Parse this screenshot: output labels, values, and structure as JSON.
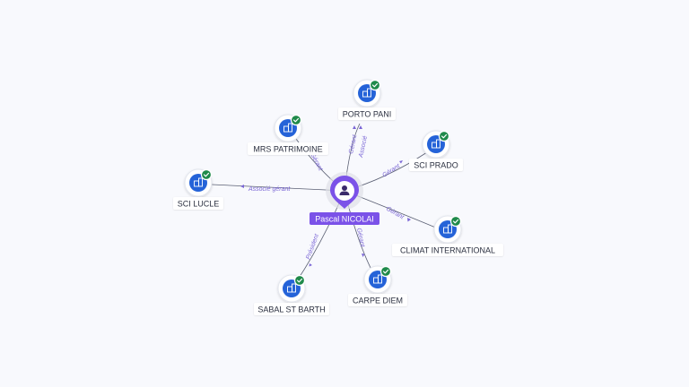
{
  "center": {
    "label": "Pascal NICOLAI",
    "icon": "person-icon"
  },
  "nodes": [
    {
      "id": "porto_pani",
      "label": "PORTO PANI",
      "icon": "building-icon",
      "status": "verified"
    },
    {
      "id": "mrs_patrimoine",
      "label": "MRS PATRIMOINE",
      "icon": "building-icon",
      "status": "verified"
    },
    {
      "id": "sci_prado",
      "label": "SCI PRADO",
      "icon": "building-icon",
      "status": "verified"
    },
    {
      "id": "sci_lucle",
      "label": "SCI LUCLE",
      "icon": "building-icon",
      "status": "verified"
    },
    {
      "id": "climat_international",
      "label": "CLIMAT INTERNATIONAL",
      "icon": "building-icon",
      "status": "verified"
    },
    {
      "id": "carpe_diem",
      "label": "CARPE DIEM",
      "icon": "building-icon",
      "status": "verified"
    },
    {
      "id": "sabal_st_barth",
      "label": "SABAL ST BARTH",
      "icon": "building-icon",
      "status": "verified"
    }
  ],
  "edges": [
    {
      "to": "porto_pani",
      "labels": [
        "Gérant",
        "Associé"
      ]
    },
    {
      "to": "mrs_patrimoine",
      "labels": [
        "Gérant"
      ]
    },
    {
      "to": "sci_prado",
      "labels": [
        "Gérant"
      ]
    },
    {
      "to": "sci_lucle",
      "labels": [
        "Associé gérant"
      ]
    },
    {
      "to": "climat_international",
      "labels": [
        "Gérant"
      ]
    },
    {
      "to": "carpe_diem",
      "labels": [
        "Gérant"
      ]
    },
    {
      "to": "sabal_st_barth",
      "labels": [
        "Président"
      ]
    }
  ],
  "colors": {
    "entity": "#2563d8",
    "verified": "#1f8a4a",
    "person": "#7b52e8",
    "edge_label": "#7b67d6"
  }
}
